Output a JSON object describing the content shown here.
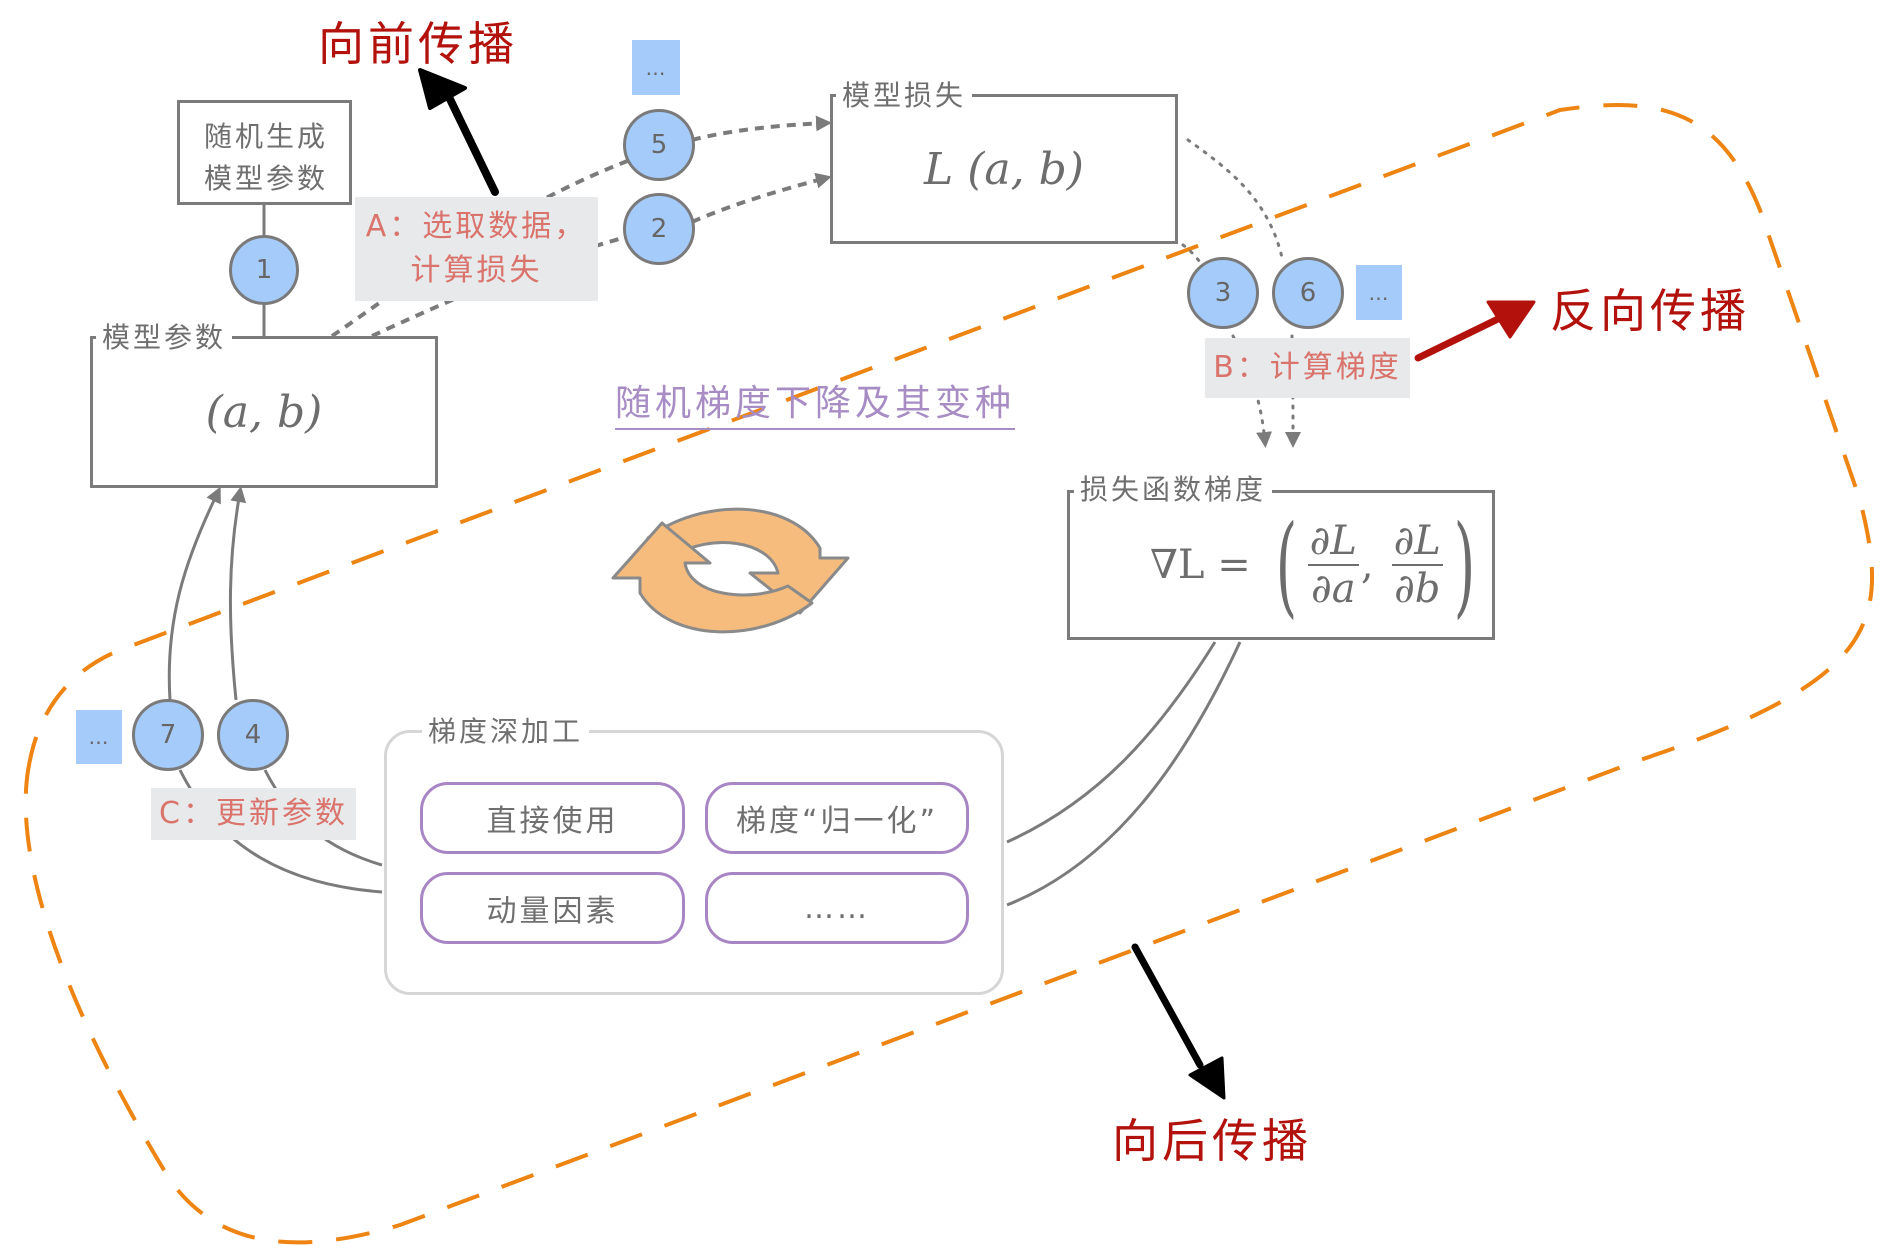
{
  "headers": {
    "forward": "向前传播",
    "backward_right": "反向传播",
    "backward_bottom": "向后传播"
  },
  "subtitle": "随机梯度下降及其变种",
  "init_box": {
    "line1": "随机生成",
    "line2": "模型参数"
  },
  "params_box": {
    "label": "模型参数",
    "formula": "(a,  b)"
  },
  "loss_box": {
    "label": "模型损失",
    "formula": "L (a,  b)"
  },
  "gradient_box": {
    "label": "损失函数梯度",
    "formula_lhs": "∇L =",
    "frac1_num": "∂L",
    "frac1_den": "∂a",
    "frac2_num": "∂L",
    "frac2_den": "∂b"
  },
  "steps": {
    "A": {
      "line1": "A：选取数据，",
      "line2": "计算损失"
    },
    "B": "B：计算梯度",
    "C": "C：更新参数"
  },
  "circles": {
    "c1": "1",
    "c2": "2",
    "c3": "3",
    "c4": "4",
    "c5": "5",
    "c6": "6",
    "c7": "7"
  },
  "more_marker": "…",
  "processing": {
    "label": "梯度深加工",
    "methods": [
      "直接使用",
      "梯度“归一化”",
      "动量因素",
      "……"
    ]
  },
  "colors": {
    "red_title": "#b3110c",
    "step_text": "#d9736c",
    "step_bg": "#e8e9eb",
    "circle_fill": "#a5cbfa",
    "orange_dash": "#ee8412",
    "purple": "#a886c4",
    "cycle_fill": "#f5bc7e",
    "line_gray": "#7b7b7b"
  }
}
